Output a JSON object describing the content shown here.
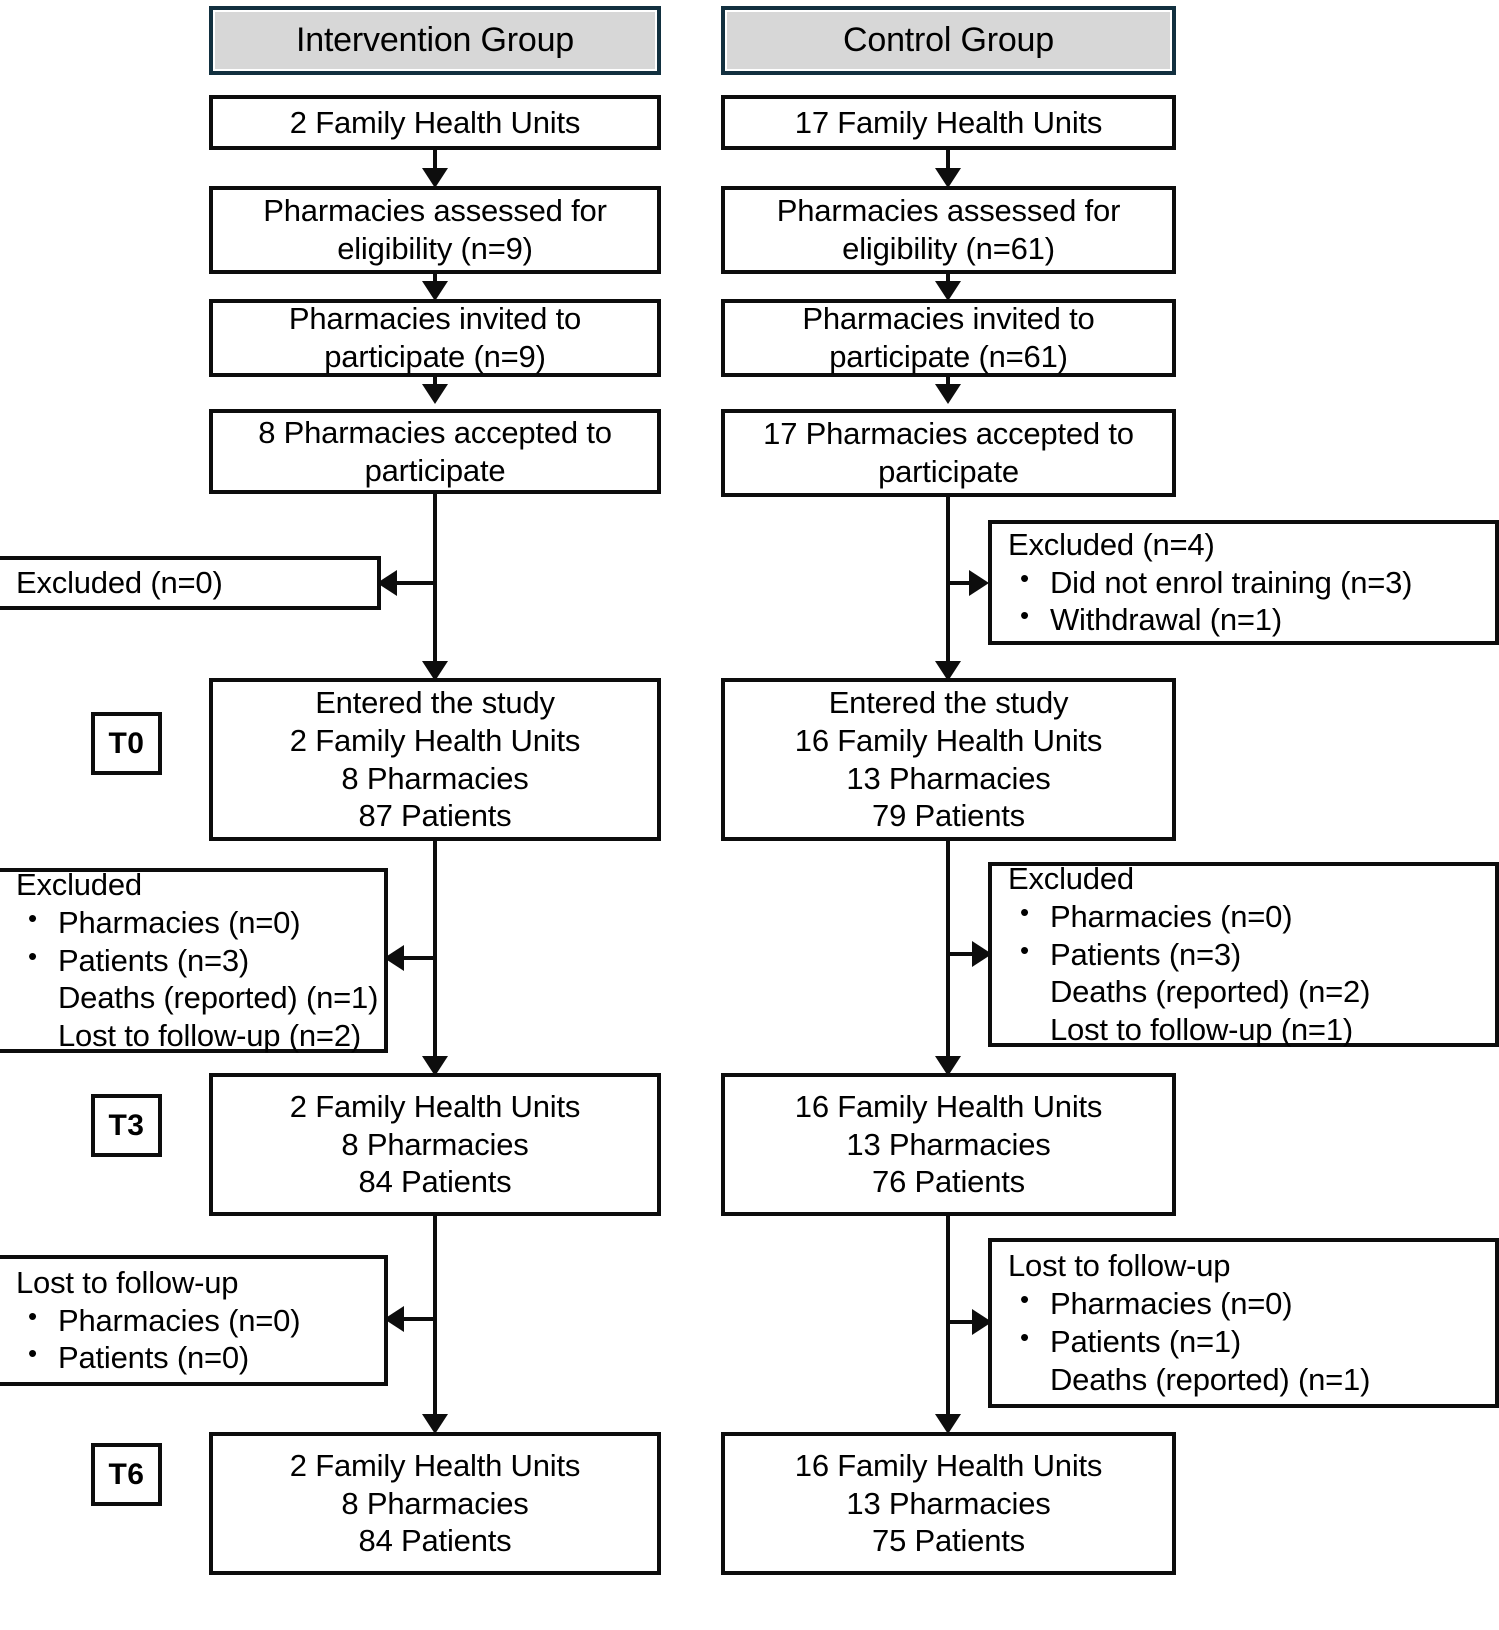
{
  "diagram": {
    "title": "CONSORT participant flow diagram",
    "columns": [
      {
        "id": "intervention",
        "header": "Intervention Group"
      },
      {
        "id": "control",
        "header": "Control Group"
      }
    ],
    "timepoints": [
      {
        "id": "t0",
        "label": "T0"
      },
      {
        "id": "t3",
        "label": "T3"
      },
      {
        "id": "t6",
        "label": "T6"
      }
    ],
    "intervention": {
      "units": "2 Family Health Units",
      "assessed_l1": "Pharmacies assessed for",
      "assessed_l2": "eligibility (n=9)",
      "invited_l1": "Pharmacies invited to",
      "invited_l2": "participate (n=9)",
      "accepted_l1": "8 Pharmacies accepted to",
      "accepted_l2": "participate",
      "excluded_initial": "Excluded (n=0)",
      "t0_l1": "Entered the study",
      "t0_l2": "2 Family Health Units",
      "t0_l3": "8 Pharmacies",
      "t0_l4": "87 Patients",
      "excluded_t0": {
        "title": "Excluded",
        "b1": "Pharmacies  (n=0)",
        "b2": "Patients (n=3)",
        "s1": "Deaths (reported) (n=1)",
        "s2": "Lost to follow-up (n=2)"
      },
      "t3_l1": "2 Family Health Units",
      "t3_l2": "8 Pharmacies",
      "t3_l3": "84 Patients",
      "lost_t3": {
        "title": "Lost to follow-up",
        "b1": "Pharmacies  (n=0)",
        "b2": "Patients (n=0)"
      },
      "t6_l1": "2 Family Health Units",
      "t6_l2": "8 Pharmacies",
      "t6_l3": "84 Patients"
    },
    "control": {
      "units": "17 Family Health Units",
      "assessed_l1": "Pharmacies assessed for",
      "assessed_l2": "eligibility (n=61)",
      "invited_l1": "Pharmacies invited to",
      "invited_l2": "participate (n=61)",
      "accepted_l1": "17 Pharmacies accepted to",
      "accepted_l2": "participate",
      "excluded_initial": {
        "title": "Excluded (n=4)",
        "b1": "Did not enrol  training (n=3)",
        "b2": "Withdrawal (n=1)"
      },
      "t0_l1": "Entered the study",
      "t0_l2": "16 Family Health Units",
      "t0_l3": "13 Pharmacies",
      "t0_l4": "79 Patients",
      "excluded_t0": {
        "title": "Excluded",
        "b1": "Pharmacies  (n=0)",
        "b2": "Patients (n=3)",
        "s1": "Deaths (reported) (n=2)",
        "s2": "Lost to follow-up (n=1)"
      },
      "t3_l1": "16 Family Health Units",
      "t3_l2": "13 Pharmacies",
      "t3_l3": "76 Patients",
      "lost_t3": {
        "title": "Lost to follow-up",
        "b1": "Pharmacies  (n=0)",
        "b2": "Patients (n=1)",
        "s1": "Deaths (reported) (n=1)"
      },
      "t6_l1": "16 Family Health Units",
      "t6_l2": "13 Pharmacies",
      "t6_l3": "75 Patients"
    },
    "colors": {
      "stroke": "#0d0d0d",
      "header_fill": "#d7d7d7",
      "header_stroke": "#12303f",
      "background": "#ffffff"
    }
  }
}
